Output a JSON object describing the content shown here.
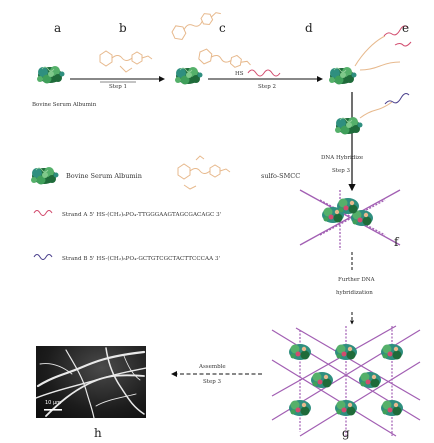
{
  "panels": {
    "a": "a",
    "b": "b",
    "c": "c",
    "d": "d",
    "e": "e",
    "f": "f",
    "g": "g",
    "h": "h"
  },
  "labels": {
    "bsa_top": "Bovine Serum Albumin",
    "step1": "Step 1",
    "step2": "Step 2",
    "hs_top": "HS",
    "dna_hybridize": "DNA Hybridize",
    "step3_vertical": "Step 3",
    "legend_bsa": "Bovine Serum Albumin",
    "legend_smcc": "sulfo-SMCC",
    "strand_a": "Strand A  5' HS-(CH₂)₆PO₄-TTGGGAAGTAGCGACAGC 3'",
    "strand_b": "Strand B  5' HS-(CH₂)₆PO₄-GCTGTCGCTACTTCCCAA 3'",
    "further_dna_1": "Further DNA",
    "further_dna_2": "hybridization",
    "assemble": "Assemble",
    "step3_horizontal": "Step 3",
    "scale": "10 μm"
  },
  "colors": {
    "protein_dark": "#1f6b3a",
    "protein_light": "#55b06a",
    "protein_teal": "#2f8f7f",
    "linker": "#e7b98d",
    "strand_a": "#d24c6e",
    "strand_b": "#4a3f8c",
    "dna_lattice": "#a25fb3",
    "arrow": "#111111"
  },
  "icons": [
    "protein-icon",
    "linker-icon",
    "thiol-strand-icon",
    "arrow-icon"
  ]
}
